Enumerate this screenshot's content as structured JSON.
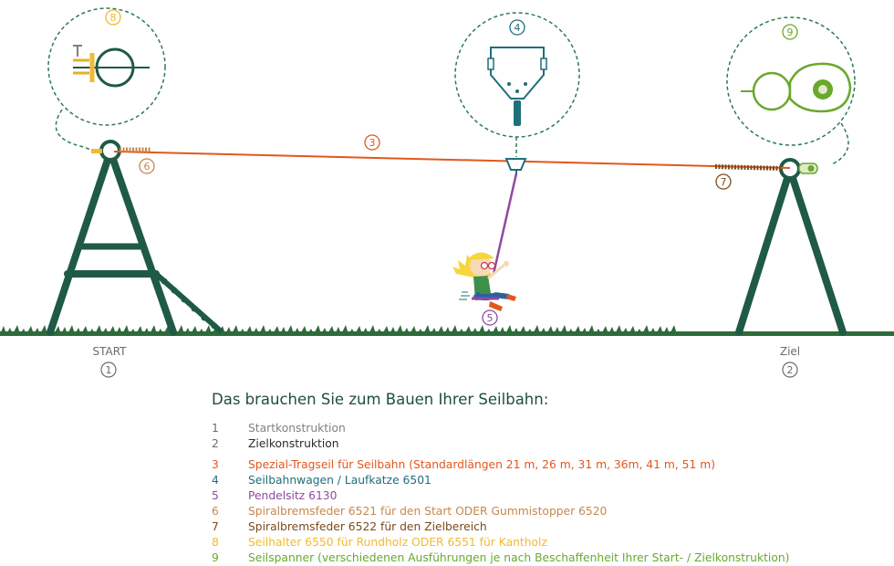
{
  "labels": {
    "start": "START",
    "start_num": "1",
    "ziel": "Ziel",
    "ziel_num": "2",
    "markers": [
      "3",
      "4",
      "5",
      "6",
      "7",
      "8",
      "9"
    ]
  },
  "legend": {
    "title": "Das brauchen Sie zum Bauen Ihrer Seilbahn:",
    "items": [
      {
        "num": "1",
        "text": "Startkonstruktion",
        "color": "#808080"
      },
      {
        "num": "2",
        "text": "Zielkonstruktion",
        "color": "#2b2b2b"
      },
      {
        "num": "3",
        "text": "Spezial-Tragseil für Seilbahn (Standardlängen 21 m, 26 m, 31 m, 36m, 41 m, 51 m)",
        "color": "#e2571c"
      },
      {
        "num": "4",
        "text": "Seilbahnwagen / Laufkatze 6501",
        "color": "#1f6f7a"
      },
      {
        "num": "5",
        "text": "Pendelsitz 6130",
        "color": "#8e4a9e"
      },
      {
        "num": "6",
        "text": "Spiralbremsfeder 6521 für den Start ODER Gummistopper 6520",
        "color": "#c9864a"
      },
      {
        "num": "7",
        "text": "Spiralbremsfeder 6522 für den Zielbereich",
        "color": "#7a4a1e"
      },
      {
        "num": "8",
        "text": "Seilhalter 6550 für Rundholz  ODER 6551 für Kantholz",
        "color": "#f2b933"
      },
      {
        "num": "9",
        "text": "Seilspanner (verschiedenen Ausführungen je nach Beschaffenheit Ihrer Start- / Zielkonstruktion)",
        "color": "#6aa82e"
      }
    ]
  },
  "colors": {
    "frame": "#1f5a45",
    "cable": "#e2571c",
    "grass": "#2e6b3a"
  }
}
